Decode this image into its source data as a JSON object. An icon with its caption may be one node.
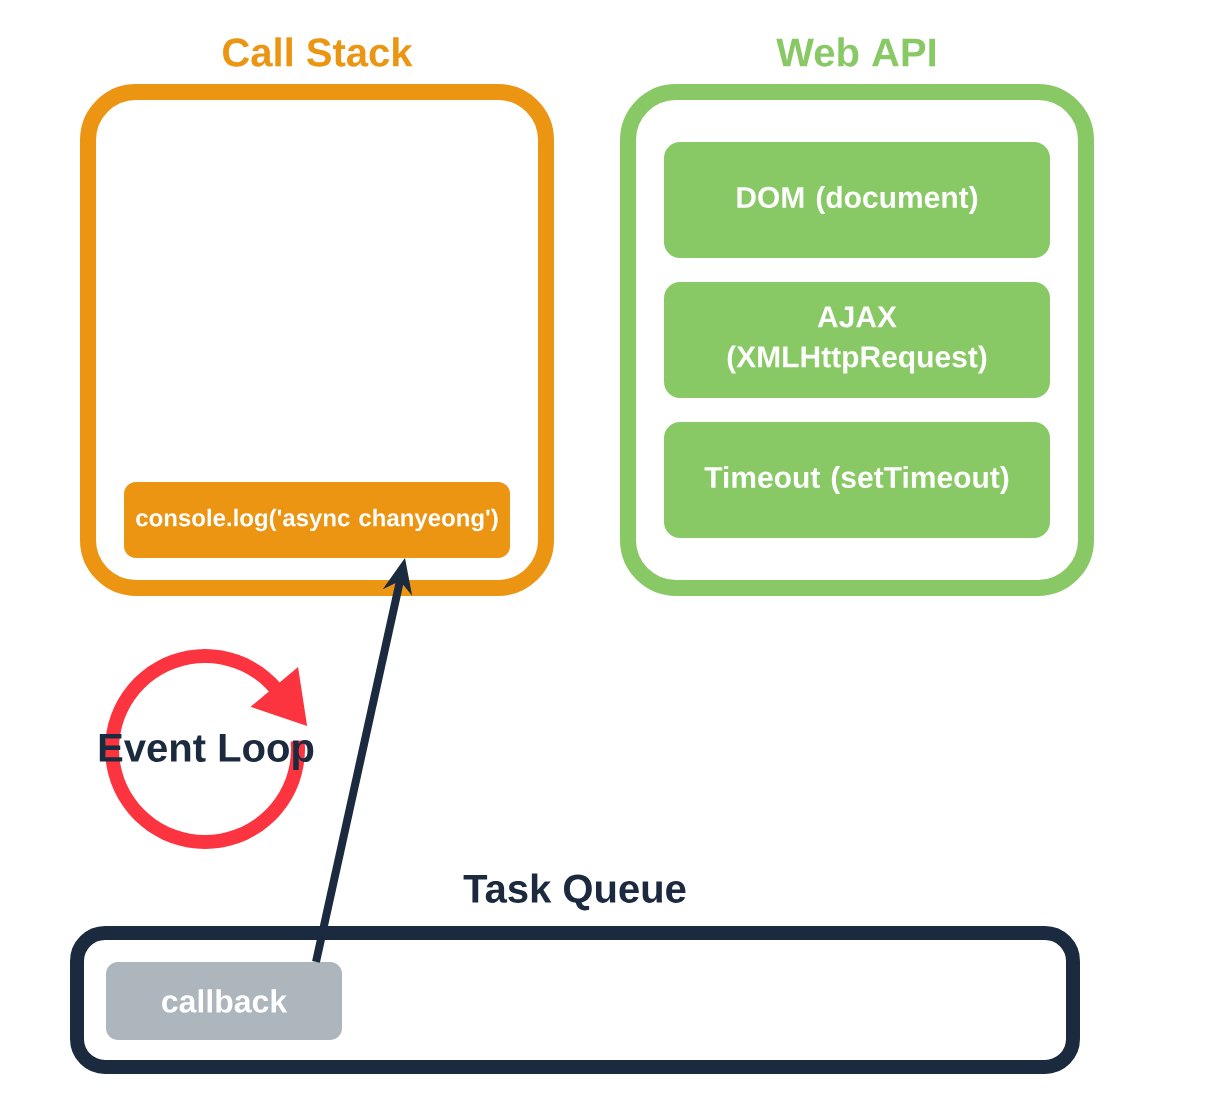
{
  "diagram": {
    "nodes": [
      {
        "text": [
          "Call Stack"
        ]
      },
      {
        "text": [
          "console.log('async chanyeong')"
        ],
        "in": 0
      },
      {
        "text": [
          "Web API"
        ]
      },
      {
        "text": [
          "DOM (document)"
        ],
        "in": 2
      },
      {
        "text": [
          "AJAX (XMLHttpRequest)"
        ],
        "in": 2
      },
      {
        "text": [
          "Timeout (setTimeout)"
        ],
        "in": 2
      },
      {
        "text": [
          "Event Loop"
        ]
      },
      {
        "text": [
          "Task Queue"
        ]
      },
      {
        "text": [
          "callback"
        ],
        "in": 7
      }
    ],
    "edges": [
      {
        "from": 8,
        "to": 1,
        "arrow": "to"
      }
    ]
  }
}
